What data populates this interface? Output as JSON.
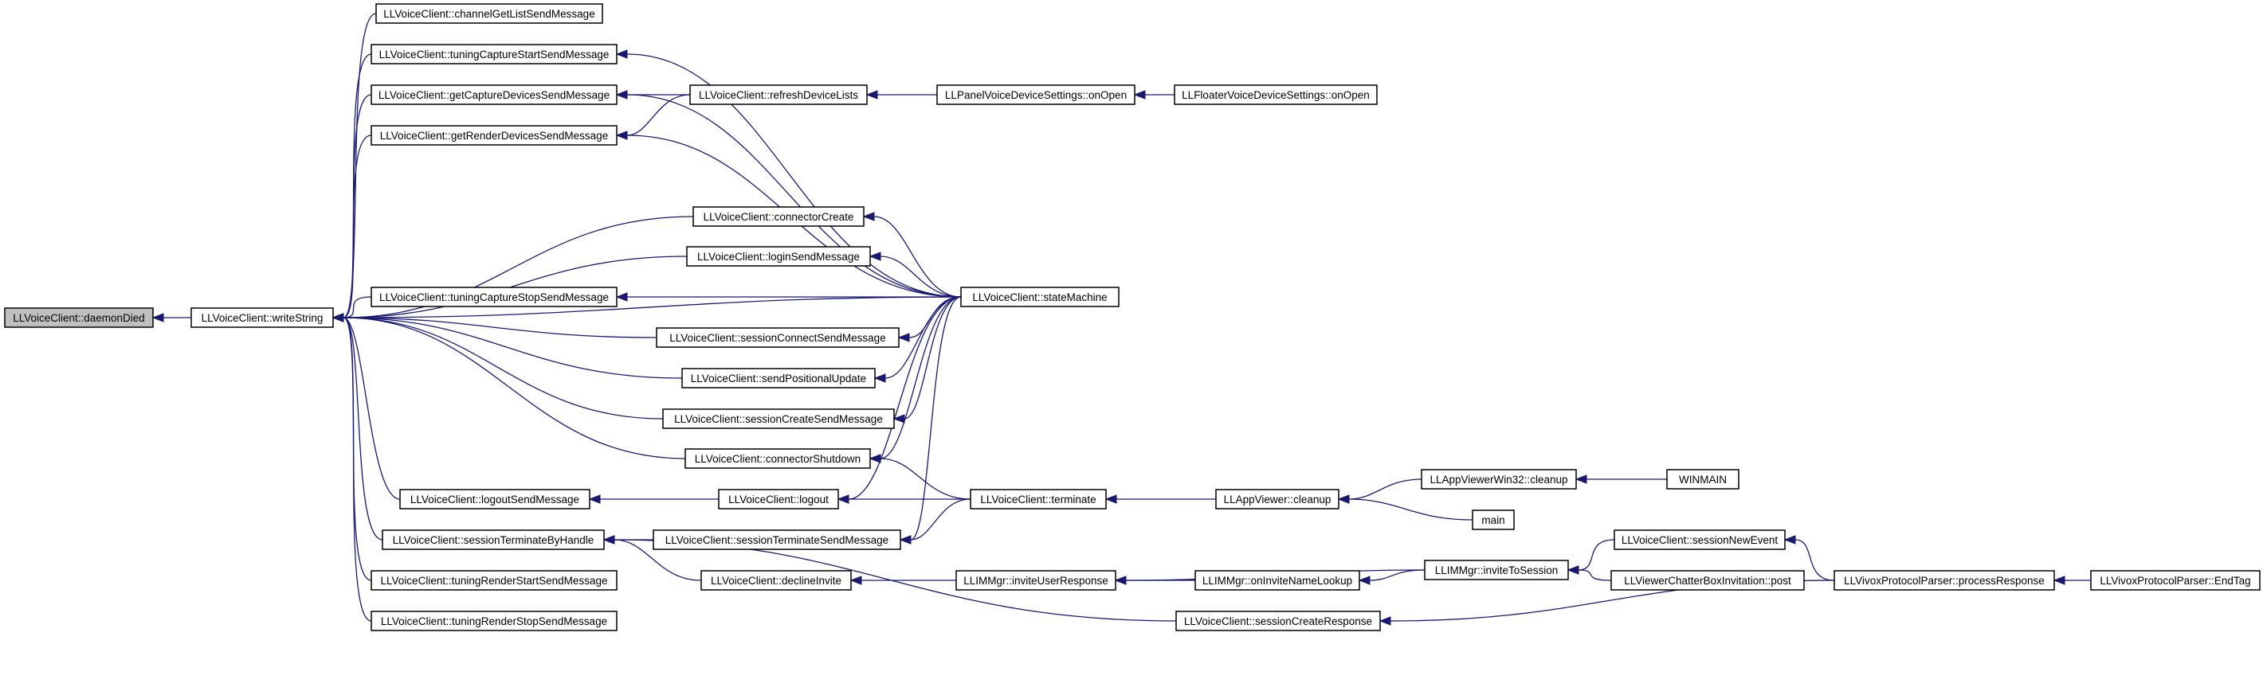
{
  "nodes": [
    {
      "id": "daemonDied",
      "label": "LLVoiceClient::daemonDied",
      "root": true
    },
    {
      "id": "writeString",
      "label": "LLVoiceClient::writeString"
    },
    {
      "id": "channelGetList",
      "label": "LLVoiceClient::channelGetListSendMessage"
    },
    {
      "id": "tuningCaptureStart",
      "label": "LLVoiceClient::tuningCaptureStartSendMessage"
    },
    {
      "id": "getCaptureDevices",
      "label": "LLVoiceClient::getCaptureDevicesSendMessage"
    },
    {
      "id": "getRenderDevices",
      "label": "LLVoiceClient::getRenderDevicesSendMessage"
    },
    {
      "id": "tuningCaptureStop",
      "label": "LLVoiceClient::tuningCaptureStopSendMessage"
    },
    {
      "id": "logoutSend",
      "label": "LLVoiceClient::logoutSendMessage"
    },
    {
      "id": "sessionTerminateByHandle",
      "label": "LLVoiceClient::sessionTerminateByHandle"
    },
    {
      "id": "tuningRenderStart",
      "label": "LLVoiceClient::tuningRenderStartSendMessage"
    },
    {
      "id": "tuningRenderStop",
      "label": "LLVoiceClient::tuningRenderStopSendMessage"
    },
    {
      "id": "refreshDeviceLists",
      "label": "LLVoiceClient::refreshDeviceLists"
    },
    {
      "id": "connectorCreate",
      "label": "LLVoiceClient::connectorCreate"
    },
    {
      "id": "loginSend",
      "label": "LLVoiceClient::loginSendMessage"
    },
    {
      "id": "sessionConnectSend",
      "label": "LLVoiceClient::sessionConnectSendMessage"
    },
    {
      "id": "sendPositionalUpdate",
      "label": "LLVoiceClient::sendPositionalUpdate"
    },
    {
      "id": "sessionCreateSend",
      "label": "LLVoiceClient::sessionCreateSendMessage"
    },
    {
      "id": "connectorShutdown",
      "label": "LLVoiceClient::connectorShutdown"
    },
    {
      "id": "logout",
      "label": "LLVoiceClient::logout"
    },
    {
      "id": "sessionTerminateSend",
      "label": "LLVoiceClient::sessionTerminateSendMessage"
    },
    {
      "id": "declineInvite",
      "label": "LLVoiceClient::declineInvite"
    },
    {
      "id": "panelOnOpen",
      "label": "LLPanelVoiceDeviceSettings::onOpen"
    },
    {
      "id": "floaterOnOpen",
      "label": "LLFloaterVoiceDeviceSettings::onOpen"
    },
    {
      "id": "stateMachine",
      "label": "LLVoiceClient::stateMachine"
    },
    {
      "id": "terminate",
      "label": "LLVoiceClient::terminate"
    },
    {
      "id": "appViewerCleanup",
      "label": "LLAppViewer::cleanup"
    },
    {
      "id": "win32Cleanup",
      "label": "LLAppViewerWin32::cleanup"
    },
    {
      "id": "winmain",
      "label": "WINMAIN"
    },
    {
      "id": "main",
      "label": "main"
    },
    {
      "id": "inviteUserResponse",
      "label": "LLIMMgr::inviteUserResponse"
    },
    {
      "id": "onInviteNameLookup",
      "label": "LLIMMgr::onInviteNameLookup"
    },
    {
      "id": "inviteToSession",
      "label": "LLIMMgr::inviteToSession"
    },
    {
      "id": "sessionNewEvent",
      "label": "LLVoiceClient::sessionNewEvent"
    },
    {
      "id": "chatterBoxPost",
      "label": "LLViewerChatterBoxInvitation::post"
    },
    {
      "id": "sessionCreateResponse",
      "label": "LLVoiceClient::sessionCreateResponse"
    },
    {
      "id": "processResponse",
      "label": "LLVivoxProtocolParser::processResponse"
    },
    {
      "id": "endTag",
      "label": "LLVivoxProtocolParser::EndTag"
    }
  ],
  "edges": [
    [
      "writeString",
      "daemonDied"
    ],
    [
      "channelGetList",
      "writeString"
    ],
    [
      "tuningCaptureStart",
      "writeString"
    ],
    [
      "getCaptureDevices",
      "writeString"
    ],
    [
      "getRenderDevices",
      "writeString"
    ],
    [
      "connectorCreate",
      "writeString"
    ],
    [
      "loginSend",
      "writeString"
    ],
    [
      "tuningCaptureStop",
      "writeString"
    ],
    [
      "sessionConnectSend",
      "writeString"
    ],
    [
      "sendPositionalUpdate",
      "writeString"
    ],
    [
      "sessionCreateSend",
      "writeString"
    ],
    [
      "connectorShutdown",
      "writeString"
    ],
    [
      "logoutSend",
      "writeString"
    ],
    [
      "sessionTerminateByHandle",
      "writeString"
    ],
    [
      "tuningRenderStart",
      "writeString"
    ],
    [
      "tuningRenderStop",
      "writeString"
    ],
    [
      "stateMachine",
      "writeString"
    ],
    [
      "stateMachine",
      "tuningCaptureStart"
    ],
    [
      "refreshDeviceLists",
      "getCaptureDevices"
    ],
    [
      "stateMachine",
      "getCaptureDevices"
    ],
    [
      "refreshDeviceLists",
      "getRenderDevices"
    ],
    [
      "stateMachine",
      "getRenderDevices"
    ],
    [
      "panelOnOpen",
      "refreshDeviceLists"
    ],
    [
      "floaterOnOpen",
      "panelOnOpen"
    ],
    [
      "stateMachine",
      "connectorCreate"
    ],
    [
      "stateMachine",
      "loginSend"
    ],
    [
      "stateMachine",
      "tuningCaptureStop"
    ],
    [
      "stateMachine",
      "sessionConnectSend"
    ],
    [
      "stateMachine",
      "sendPositionalUpdate"
    ],
    [
      "stateMachine",
      "sessionCreateSend"
    ],
    [
      "stateMachine",
      "connectorShutdown"
    ],
    [
      "terminate",
      "connectorShutdown"
    ],
    [
      "stateMachine",
      "logout"
    ],
    [
      "terminate",
      "logout"
    ],
    [
      "logout",
      "logoutSend"
    ],
    [
      "stateMachine",
      "sessionTerminateSend"
    ],
    [
      "terminate",
      "sessionTerminateSend"
    ],
    [
      "sessionTerminateSend",
      "sessionTerminateByHandle"
    ],
    [
      "declineInvite",
      "sessionTerminateByHandle"
    ],
    [
      "sessionCreateResponse",
      "sessionTerminateByHandle"
    ],
    [
      "appViewerCleanup",
      "terminate"
    ],
    [
      "win32Cleanup",
      "appViewerCleanup"
    ],
    [
      "main",
      "appViewerCleanup"
    ],
    [
      "winmain",
      "win32Cleanup"
    ],
    [
      "inviteUserResponse",
      "declineInvite"
    ],
    [
      "onInviteNameLookup",
      "inviteUserResponse"
    ],
    [
      "inviteToSession",
      "inviteUserResponse"
    ],
    [
      "inviteToSession",
      "onInviteNameLookup"
    ],
    [
      "sessionNewEvent",
      "inviteToSession"
    ],
    [
      "chatterBoxPost",
      "inviteToSession"
    ],
    [
      "processResponse",
      "sessionNewEvent"
    ],
    [
      "processResponse",
      "sessionCreateResponse"
    ],
    [
      "endTag",
      "processResponse"
    ]
  ]
}
